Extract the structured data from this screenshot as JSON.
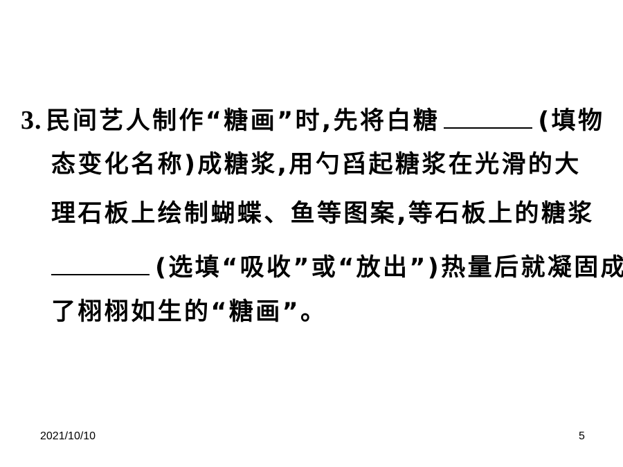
{
  "question": {
    "number": "3.",
    "line1_a": "民间艺人制作“糖画”时,先将白糖",
    "line1_b": "(填物",
    "line2": "态变化名称)成糖浆,用勺舀起糖浆在光滑的大",
    "line3": "理石板上绘制蝴蝶、鱼等图案,等石板上的糖浆",
    "line4": "(选填“吸收”或“放出”)热量后就凝固成",
    "line5": "了栩栩如生的“糖画”。"
  },
  "footer": {
    "date": "2021/10/10",
    "page_number": "5"
  }
}
